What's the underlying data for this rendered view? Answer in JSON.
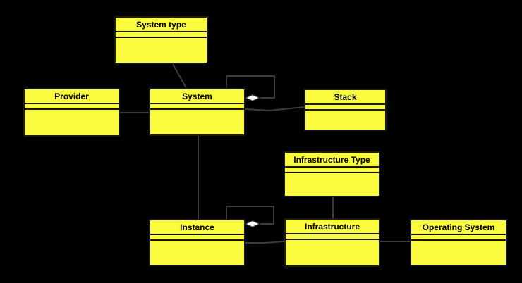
{
  "diagram": {
    "title": "UML class diagram",
    "background_color": "#000000",
    "node_fill_color": "#FBFB3D",
    "node_border_color": "#1A1A1A",
    "connector_color": "#3C3C3C",
    "aggregation_diamond_fill": "#FFFFFF",
    "text_color": "#000000",
    "classes": [
      {
        "label": "System type"
      },
      {
        "label": "Provider"
      },
      {
        "label": "System"
      },
      {
        "label": "Stack"
      },
      {
        "label": "Infrastructure Type"
      },
      {
        "label": "Instance"
      },
      {
        "label": "Infrastructure"
      },
      {
        "label": "Operating System"
      }
    ],
    "relationships": [
      {
        "from": "System type",
        "to": "System",
        "type": "association"
      },
      {
        "from": "Provider",
        "to": "System",
        "type": "association"
      },
      {
        "from": "System",
        "to": "Stack",
        "type": "association"
      },
      {
        "from": "System",
        "to": "System",
        "type": "self-aggregation"
      },
      {
        "from": "System",
        "to": "Instance",
        "type": "association"
      },
      {
        "from": "Instance",
        "to": "Instance",
        "type": "self-aggregation"
      },
      {
        "from": "Instance",
        "to": "Infrastructure",
        "type": "association"
      },
      {
        "from": "Infrastructure Type",
        "to": "Infrastructure",
        "type": "association"
      },
      {
        "from": "Infrastructure",
        "to": "Operating System",
        "type": "association"
      }
    ]
  }
}
